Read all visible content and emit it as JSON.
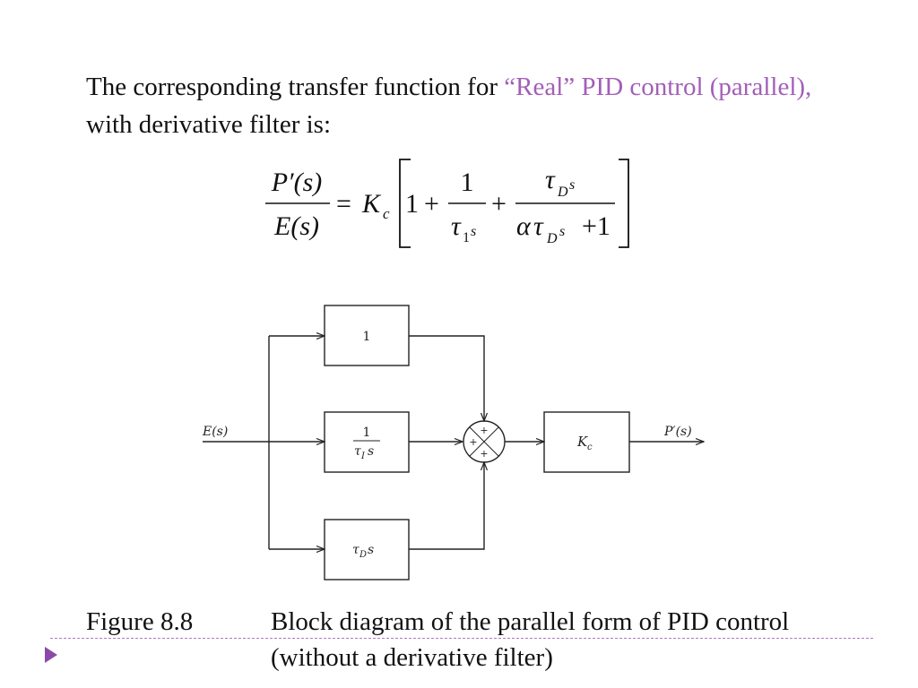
{
  "intro": {
    "text_before": "The corresponding transfer function for ",
    "highlight": "“Real” PID control (parallel),",
    "text_after": " with derivative filter is:"
  },
  "equation": {
    "lhs_num": "P′(s)",
    "lhs_den": "E(s)",
    "equals": "=",
    "gain": "K",
    "gain_sub": "c",
    "one": "1",
    "plus": "+",
    "integral_num": "1",
    "tau": "τ",
    "sub_1": "1",
    "s": "s",
    "sub_D": "D",
    "alpha": "α",
    "plus_one": "+1"
  },
  "diagram": {
    "input_label": "E(s)",
    "output_label": "P′(s)",
    "p_block": "1",
    "i_block_num": "1",
    "i_block_tau": "τ",
    "i_block_sub": "I",
    "i_block_s": "s",
    "d_block_tau": "τ",
    "d_block_sub": "D",
    "d_block_s": "s",
    "gain_block": "K",
    "gain_sub": "c",
    "sum_signs": [
      "+",
      "+",
      "+"
    ]
  },
  "caption": {
    "number": "Figure 8.8",
    "text": "Block diagram of the parallel form of PID control (without a derivative filter)"
  },
  "colors": {
    "highlight": "#a35fb8",
    "bullet": "#8b4aa8",
    "divider": "#b078c4"
  }
}
